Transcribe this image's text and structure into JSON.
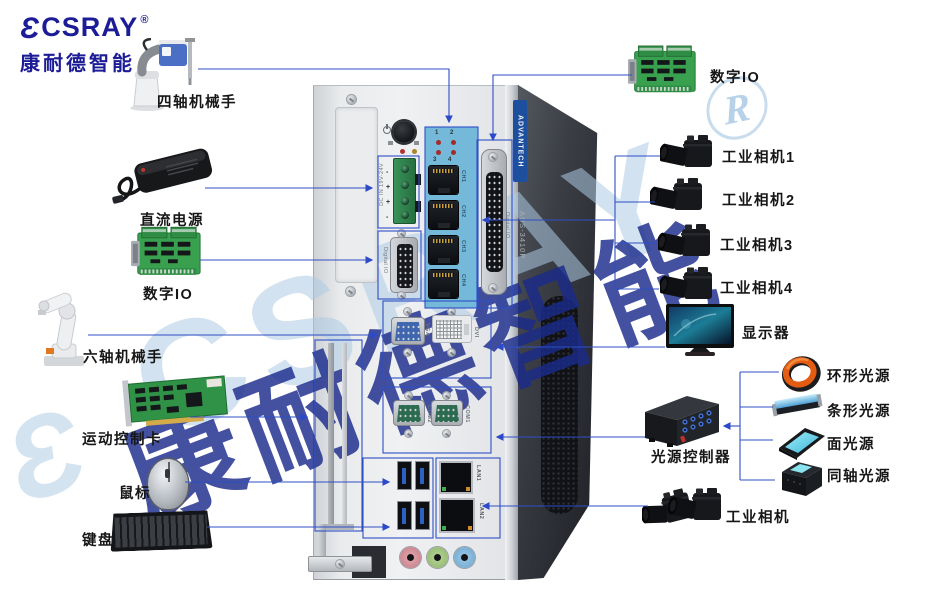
{
  "logo": {
    "brand": "CSRAY",
    "registered": "®",
    "subtitle": "康耐德智能"
  },
  "watermark": {
    "brand": "CSRAY",
    "registered_letter": "R",
    "subtitle": "康耐德智能"
  },
  "icons": {
    "feather_glyph": "Ɛ"
  },
  "device": {
    "brand": "ADVANTECH",
    "model": "AIIS-3410P",
    "ports": {
      "dc_in": "DC IN 19V-24V",
      "polarity": [
        "-",
        "+",
        "+",
        "-"
      ],
      "digital_io_db15": "Digital IO",
      "digital_io_db37": "Digital IO",
      "led_numbers": [
        "1",
        "2",
        "3",
        "4"
      ],
      "camera_channels": [
        "CH1",
        "CH2",
        "CH3",
        "CH4"
      ],
      "vga": "VGA",
      "dvi": "DVI",
      "com2": "COM2",
      "com1": "COM1",
      "lan1": "LAN1",
      "lan2": "LAN2"
    }
  },
  "peripherals": {
    "robot4": "四轴机械手",
    "dc_power": "直流电源",
    "digital_io_left": "数字IO",
    "robot6": "六轴机械手",
    "motion_card": "运动控制卡",
    "mouse": "鼠标",
    "keyboard": "键盘",
    "digital_io_right": "数字IO",
    "camera1": "工业相机1",
    "camera2": "工业相机2",
    "camera3": "工业相机3",
    "camera4": "工业相机4",
    "monitor": "显示器",
    "ring_light": "环形光源",
    "bar_light": "条形光源",
    "panel_light": "面光源",
    "coaxial_light": "同轴光源",
    "light_controller": "光源控制器",
    "industrial_cameras": "工业相机"
  }
}
